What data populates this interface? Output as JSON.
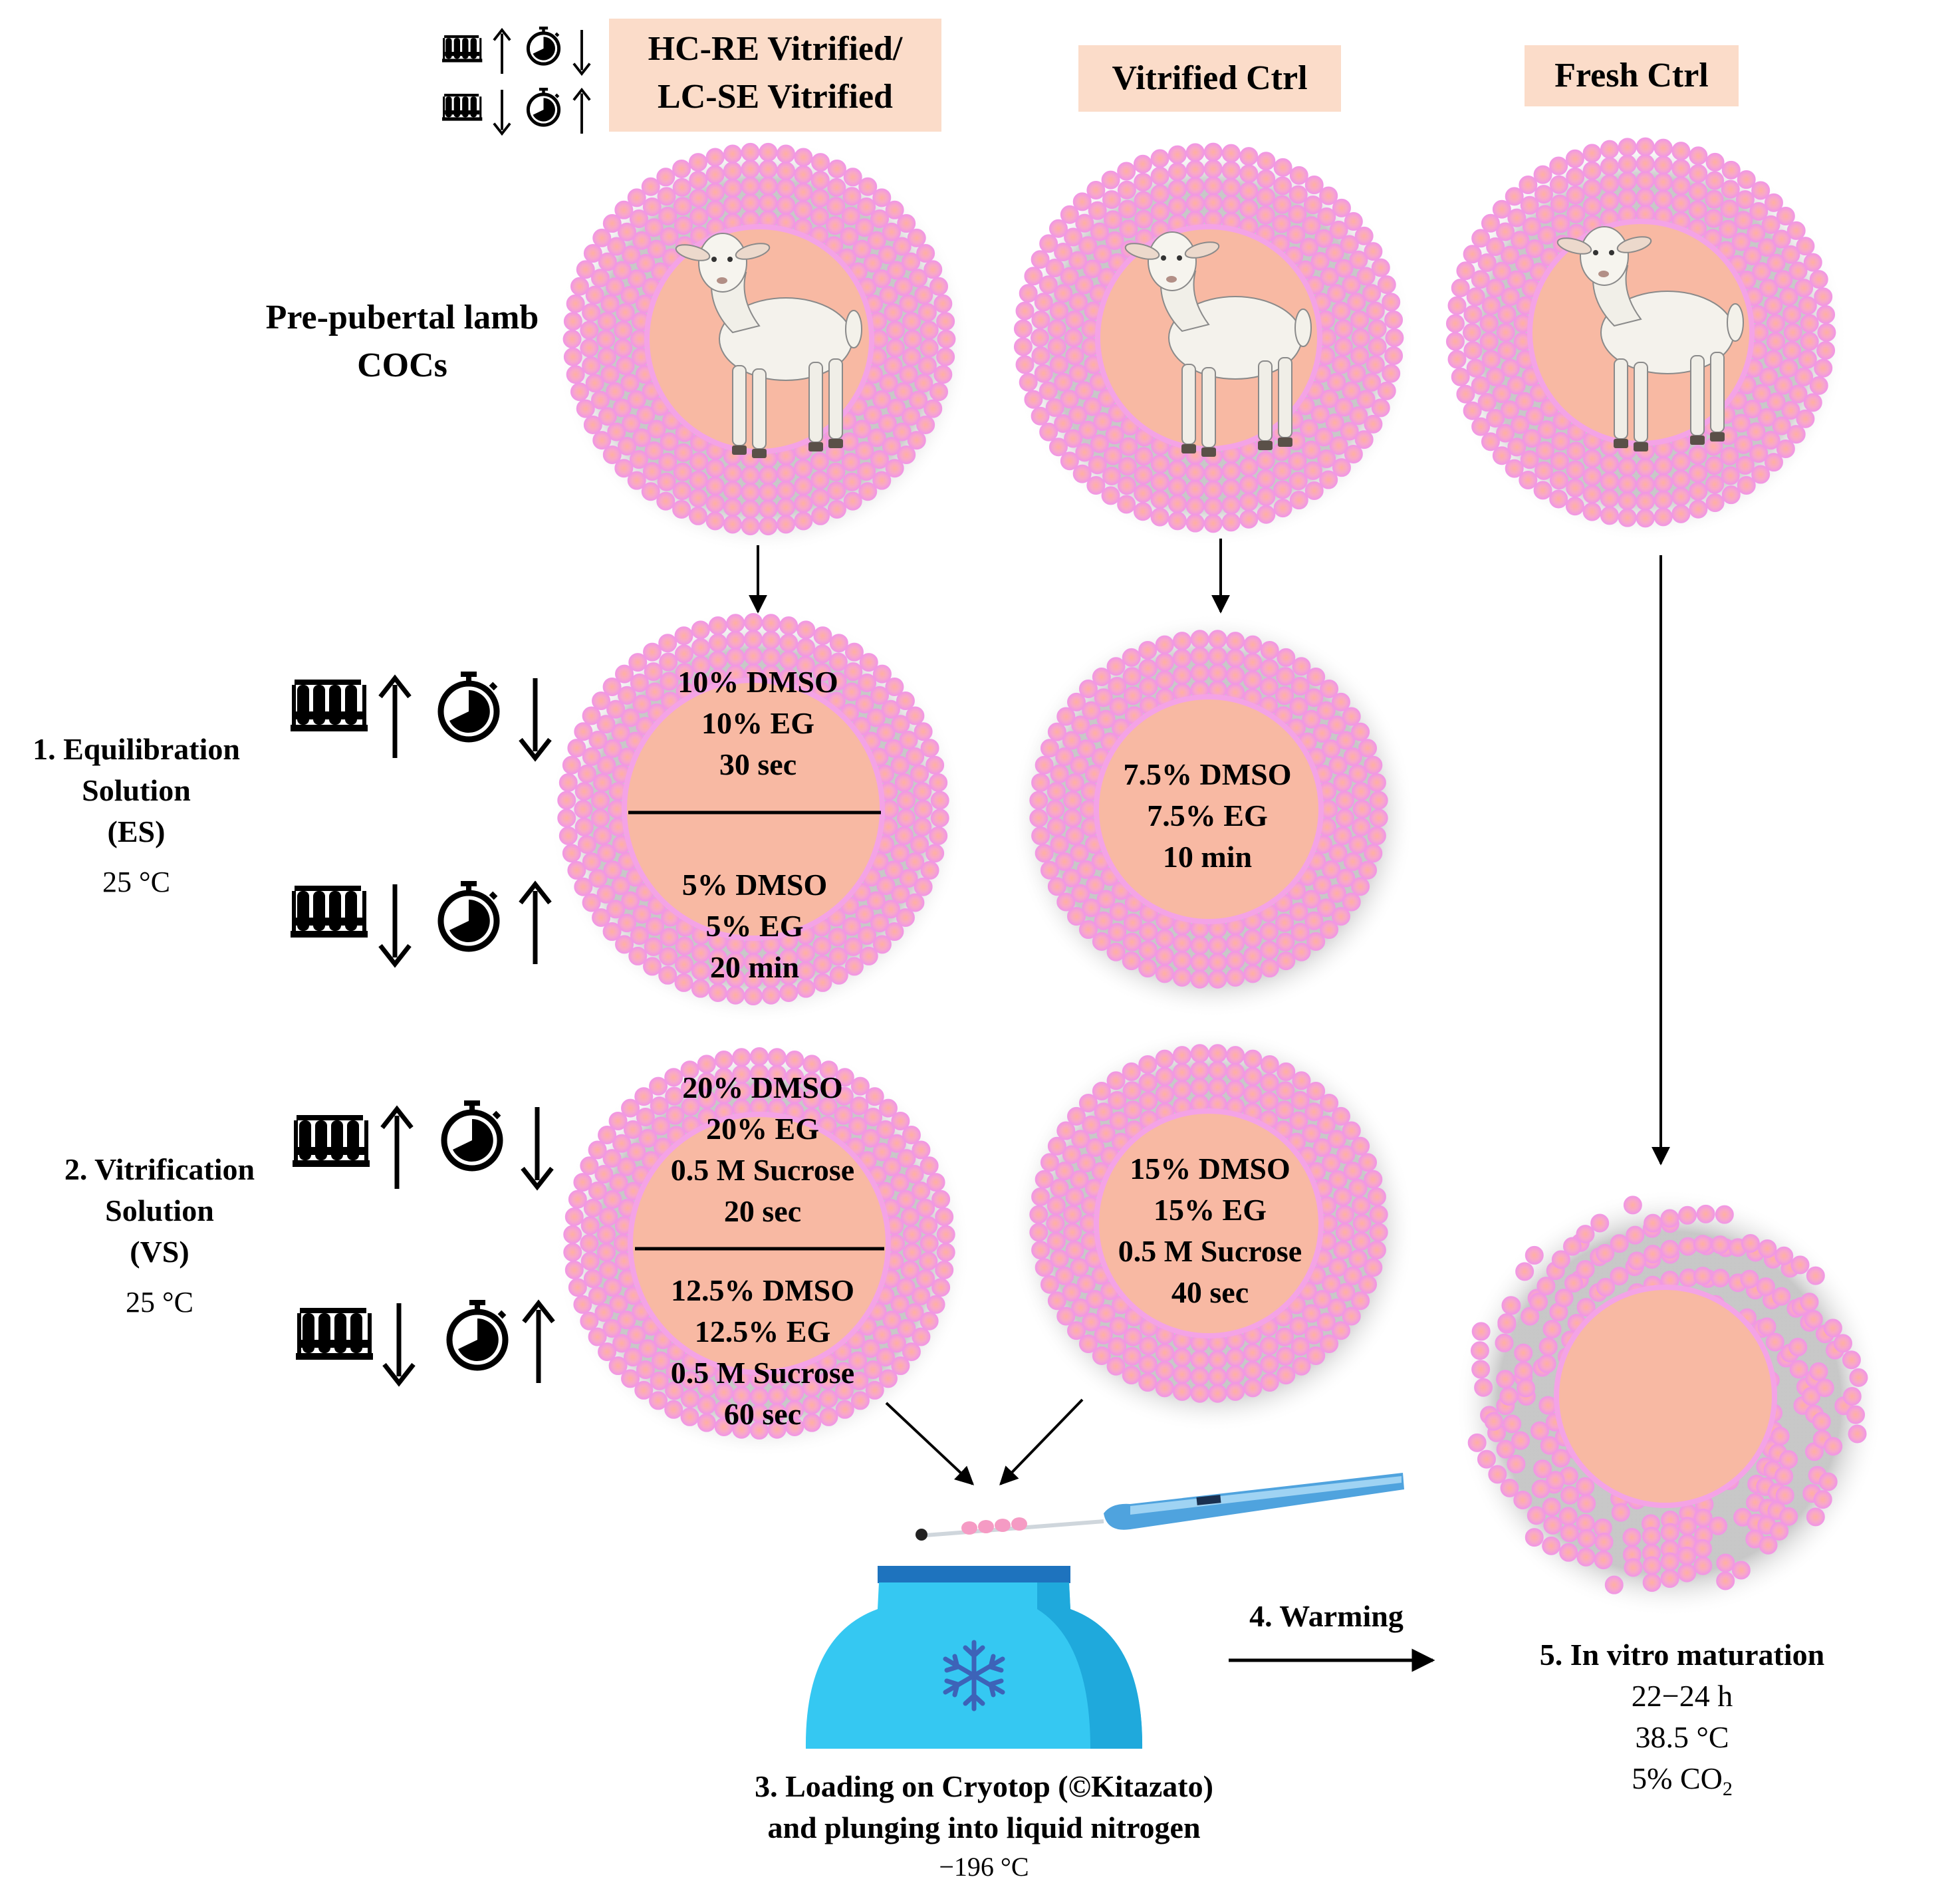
{
  "headers": {
    "group1_line1": "HC-RE Vitrified/",
    "group1_line2": "LC-SE Vitrified",
    "group2": "Vitrified Ctrl",
    "group3": "Fresh Ctrl"
  },
  "source": {
    "line1": "Pre-pubertal lamb",
    "line2": "COCs"
  },
  "step1": {
    "line1": "1. Equilibration",
    "line2": "Solution",
    "line3": "(ES)",
    "temp": "25 °C"
  },
  "step2": {
    "line1": "2. Vitrification",
    "line2": "Solution",
    "line3": "(VS)",
    "temp": "25 °C"
  },
  "es_hc": [
    "10% DMSO",
    "10% EG",
    "30 sec"
  ],
  "es_lc": [
    "5% DMSO",
    "5% EG",
    "20 min"
  ],
  "es_ctrl": [
    "7.5% DMSO",
    "7.5% EG",
    "10 min"
  ],
  "vs_hc": [
    "20% DMSO",
    "20% EG",
    "0.5 M Sucrose",
    "20 sec"
  ],
  "vs_lc": [
    "12.5% DMSO",
    "12.5% EG",
    "0.5 M Sucrose",
    "60 sec"
  ],
  "vs_ctrl": [
    "15% DMSO",
    "15% EG",
    "0.5 M Sucrose",
    "40 sec"
  ],
  "step3": {
    "line1": "3. Loading on Cryotop (©Kitazato)",
    "line2": "and plunging into liquid nitrogen",
    "temp": "−196 °C"
  },
  "step4": {
    "label": "4. Warming"
  },
  "step5": {
    "label": "5. In vitro maturation",
    "time": "22−24 h",
    "temp": "38.5 °C",
    "co2": "5% CO",
    "co2_sub": "2"
  },
  "icons": {
    "tubes": "test-tubes-icon",
    "timer": "timer-icon",
    "lamb": "lamb-icon",
    "snowflake": "snowflake-icon",
    "cryotop": "cryotop-icon",
    "dewar": "liquid-nitrogen-dewar-icon"
  },
  "colors": {
    "header_bg": "#fbdcc9",
    "cell": "#f7b0ec",
    "ring": "#f4a3e6",
    "oocyte": "#f8b9a3",
    "dewar": "#35c8f2",
    "dewar_lid": "#1e73be"
  }
}
